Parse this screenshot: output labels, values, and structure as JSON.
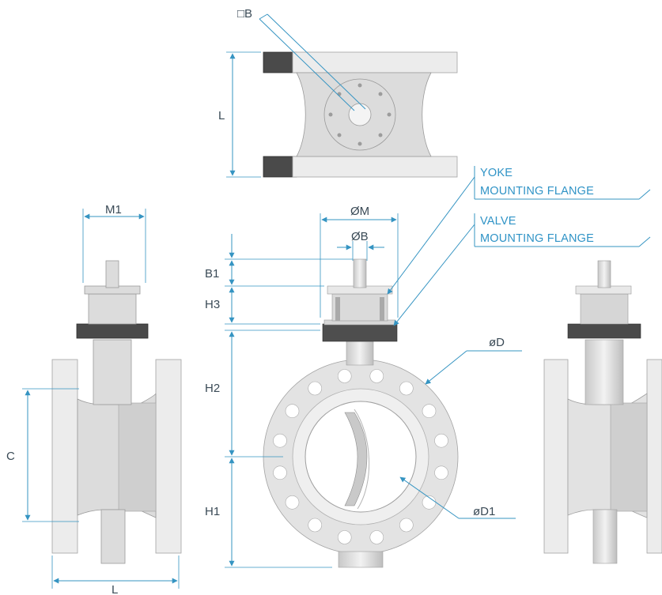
{
  "top_view": {
    "square_label": "□B",
    "length_label": "L"
  },
  "side_view_left": {
    "width_label": "M1",
    "height_label": "C",
    "length_label": "L"
  },
  "front_view": {
    "diameter_m_label": "ØM",
    "diameter_b_label": "ØB",
    "b1_label": "B1",
    "h3_label": "H3",
    "h2_label": "H2",
    "h1_label": "H1",
    "diameter_d_label": "øD",
    "diameter_d1_label": "øD1"
  },
  "callouts": {
    "yoke_line1": "YOKE",
    "yoke_line2": "MOUNTING FLANGE",
    "valve_line1": "VALVE",
    "valve_line2": "MOUNTING FLANGE"
  },
  "colors": {
    "dimension": "#3594c2",
    "label": "#3a4a56",
    "callout": "#2f93c6"
  }
}
